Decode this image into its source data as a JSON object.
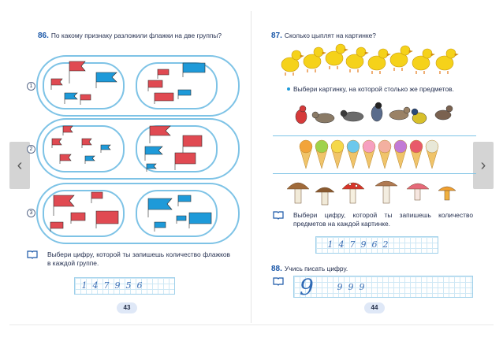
{
  "viewer": {
    "prev_icon": "chevron-left-icon",
    "next_icon": "chevron-right-icon",
    "prev_glyph": "‹",
    "next_glyph": "›"
  },
  "left_page": {
    "task86": {
      "number": "86.",
      "text": "По какому признаку разложили флажки на две группы?"
    },
    "rows": [
      {
        "label": "1"
      },
      {
        "label": "2"
      },
      {
        "label": "3"
      }
    ],
    "instruction": "Выбери цифру, которой ты запишешь количество флажков в каждой группе.",
    "digits": [
      "1",
      "4",
      "7",
      "9",
      "5",
      "6"
    ],
    "page_number": "43"
  },
  "right_page": {
    "task87": {
      "number": "87.",
      "text": "Сколько цыплят на картинке?",
      "bullet_text": "Выбери картинку, на которой столько же предметов."
    },
    "instruction": "Выбери цифру, которой ты запишешь количество предметов на каждой картинке.",
    "digits": [
      "1",
      "4",
      "7",
      "9",
      "6",
      "2"
    ],
    "task88": {
      "number": "88.",
      "text": "Учись писать цифру.",
      "big_digit": "9",
      "practice": [
        "9",
        "9",
        "9"
      ]
    },
    "page_number": "44"
  },
  "colors": {
    "flag_red": "#e04a52",
    "flag_blue": "#1e9ad9",
    "outline": "#7ec3e6",
    "chick": "#f5d21a",
    "accent": "#1a57a8"
  }
}
